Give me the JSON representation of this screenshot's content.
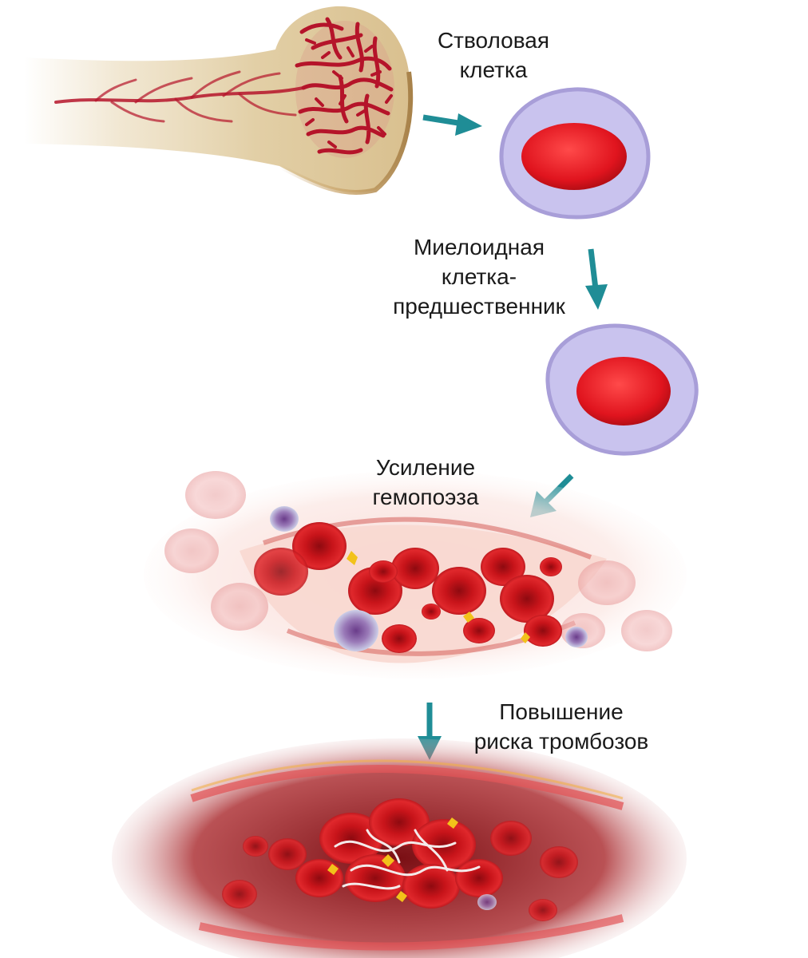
{
  "labels": {
    "stem_cell_line1": "Стволовая",
    "stem_cell_line2": "клетка",
    "myeloid_line1": "Миелоидная",
    "myeloid_line2": "клетка-",
    "myeloid_line3": "предшественник",
    "hemopoiesis_line1": "Усиление",
    "hemopoiesis_line2": "гемопоэза",
    "thrombosis_line1": "Повышение",
    "thrombosis_line2": "риска тромбозов"
  },
  "colors": {
    "arrow": "#1f8d96",
    "nucleus": "#e0141e",
    "cytoplasm": "#c9c3ee",
    "membrane": "#a89ed8",
    "blood_red": "#c8141a",
    "marrow": "#b5142a",
    "bone": "#e8d7b4",
    "platelet": "#f2c21a",
    "fibrin": "#f4eaea"
  }
}
